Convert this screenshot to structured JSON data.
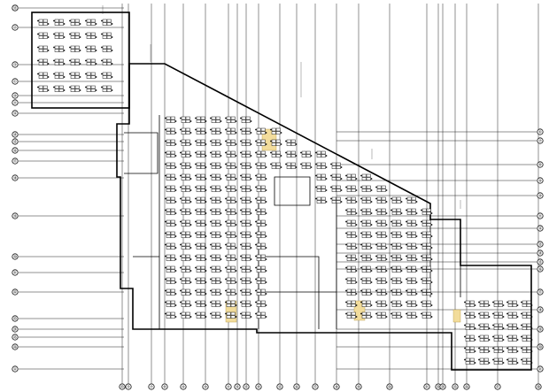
{
  "drawing": {
    "type": "architectural-floor-plan",
    "background": "#ffffff",
    "line_color": "#000000",
    "highlight_color": "#f2dc9b",
    "left_grid_labels": [
      "⑬",
      "②",
      "③",
      "①",
      "⑩",
      "⑪",
      "⑫",
      "⑭",
      "⑮",
      "⑯",
      "⑰",
      "⑱",
      "⑲",
      "⑳",
      "㉑",
      "㉒",
      "㉓",
      "㉔",
      "㉕",
      "㉖",
      "Ⓐ"
    ],
    "right_grid_labels": [
      "⑥",
      "⑦",
      "⑧",
      "⑨",
      "⑩",
      "⑪",
      "⑫",
      "⑬",
      "⑭",
      "⑮",
      "⑯",
      "⑰",
      "⑱",
      "⑲",
      "⑳",
      "㉑"
    ],
    "bottom_grid_labels": [
      "㉓",
      "③",
      "⑦",
      "⑧",
      "⑨",
      "⑩",
      "⑪",
      "⑫",
      "⑬",
      "⑭",
      "⑮",
      "⑯",
      "⑰",
      "⑱",
      "⑲",
      "⑳",
      "㉑",
      "㉒",
      "㉔",
      "㉕",
      "㉖",
      "㉗",
      "㉘"
    ],
    "top_grid_labels": [
      "⑬"
    ]
  }
}
